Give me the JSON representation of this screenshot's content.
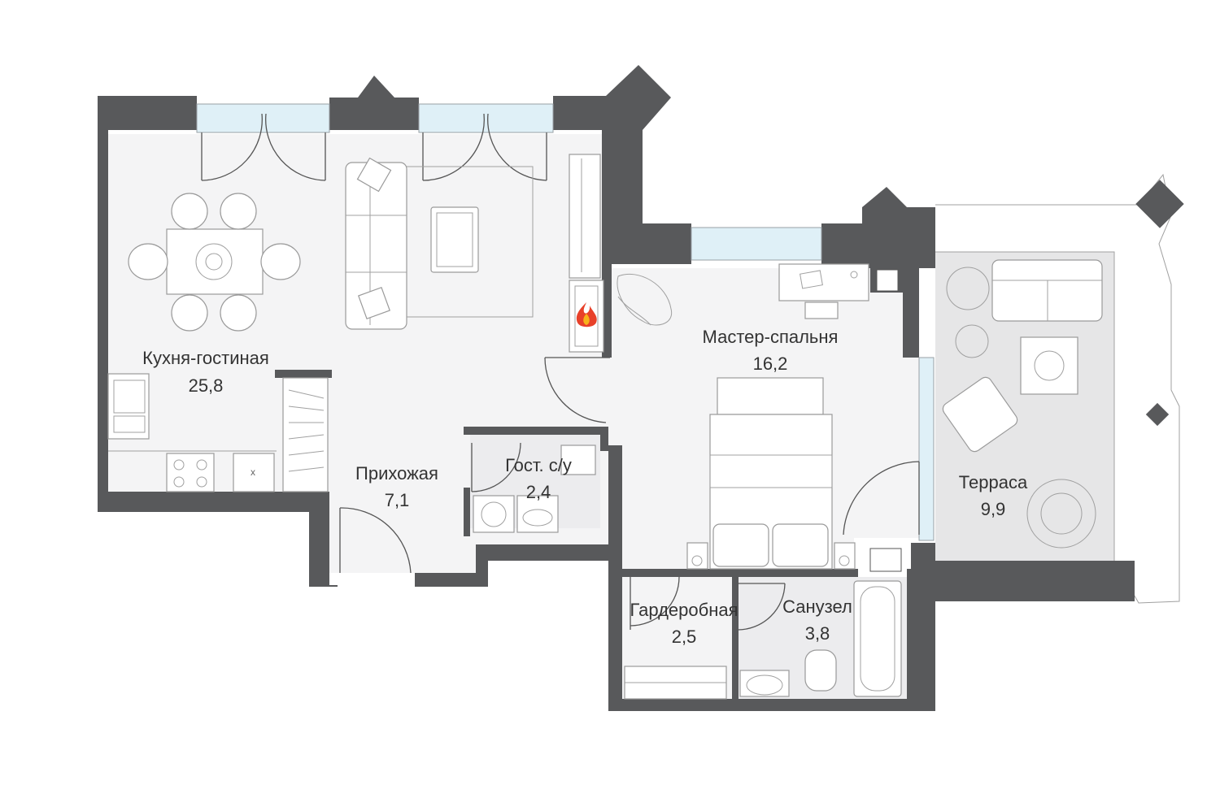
{
  "rooms": {
    "kitchen_living": {
      "name": "Кухня-гостиная",
      "area": "25,8"
    },
    "hallway": {
      "name": "Прихожая",
      "area": "7,1"
    },
    "guest_wc": {
      "name": "Гост. с/у",
      "area": "2,4"
    },
    "master_bedroom": {
      "name": "Мастер-спальня",
      "area": "16,2"
    },
    "wardrobe": {
      "name": "Гардеробная",
      "area": "2,5"
    },
    "bathroom": {
      "name": "Санузел",
      "area": "3,8"
    },
    "terrace": {
      "name": "Терраса",
      "area": "9,9"
    }
  },
  "icons": {
    "fireplace": "fire-icon"
  },
  "colors": {
    "wall": "#58595b",
    "floor": "#f4f4f5",
    "terrace": "#e6e6e7",
    "glass": "#dff0f7",
    "fire": "#e8412a"
  }
}
